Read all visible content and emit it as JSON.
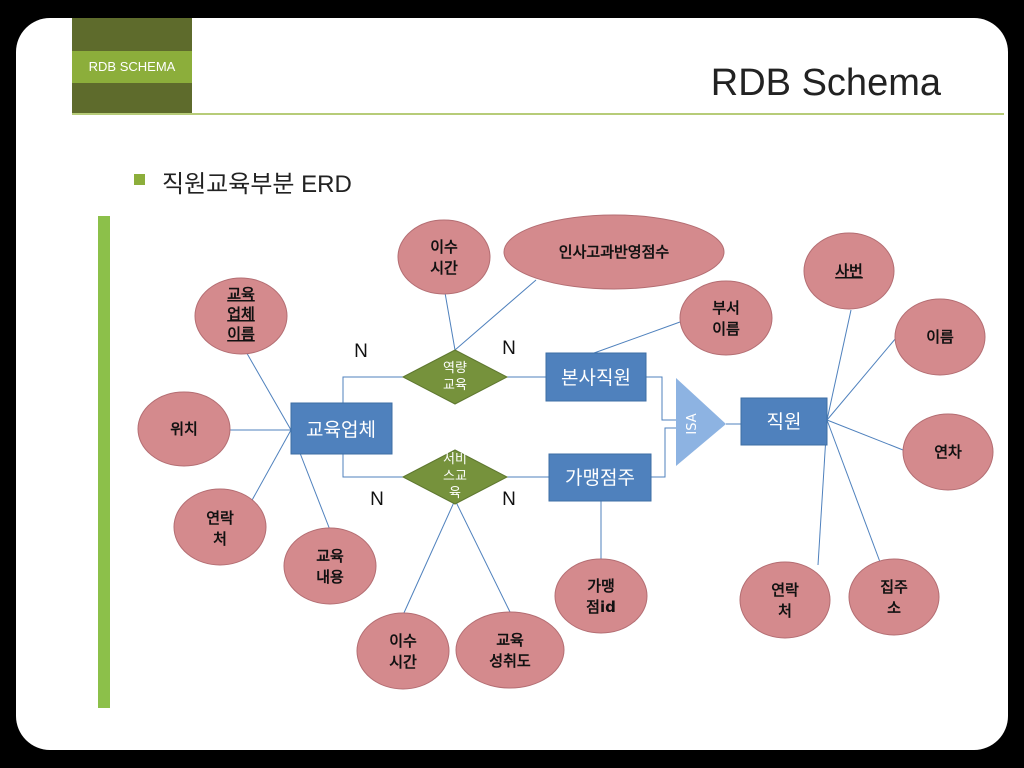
{
  "slide": {
    "tag": "RDB SCHEMA",
    "title": "RDB Schema",
    "subtitle": "직원교육부분 ERD"
  },
  "colors": {
    "attribute": "#d48a8d",
    "entity": "#4f81bd",
    "relationship": "#76923c",
    "isa": "#8db3e2",
    "accent": "#8cae3b"
  },
  "erd": {
    "entities": {
      "edu_company": "교육업체",
      "hq_staff": "본사직원",
      "franchisee": "가맹점주",
      "employee": "직원"
    },
    "relationships": {
      "competency": [
        "역량",
        "교육"
      ],
      "service": [
        "서비",
        "스교",
        "육"
      ]
    },
    "isa": "ISA",
    "cardinalities": [
      "N",
      "N",
      "N",
      "N"
    ],
    "attributes": {
      "company_name": [
        "교육",
        "업체",
        "이름"
      ],
      "location": [
        "위치"
      ],
      "contact": [
        "연락",
        "처"
      ],
      "edu_content": [
        "교육",
        "내용"
      ],
      "hours_top": [
        "이수",
        "시간"
      ],
      "hr_score": [
        "인사고과반영점수"
      ],
      "dept_name": [
        "부서",
        "이름"
      ],
      "hours_bottom": [
        "이수",
        "시간"
      ],
      "achievement": [
        "교육",
        "성취도"
      ],
      "franchise_id": [
        "가맹",
        "점id"
      ],
      "emp_no": [
        "사번"
      ],
      "name": [
        "이름"
      ],
      "annual_leave": [
        "연차"
      ],
      "emp_contact": [
        "연락",
        "처"
      ],
      "address": [
        "집주",
        "소"
      ]
    }
  }
}
